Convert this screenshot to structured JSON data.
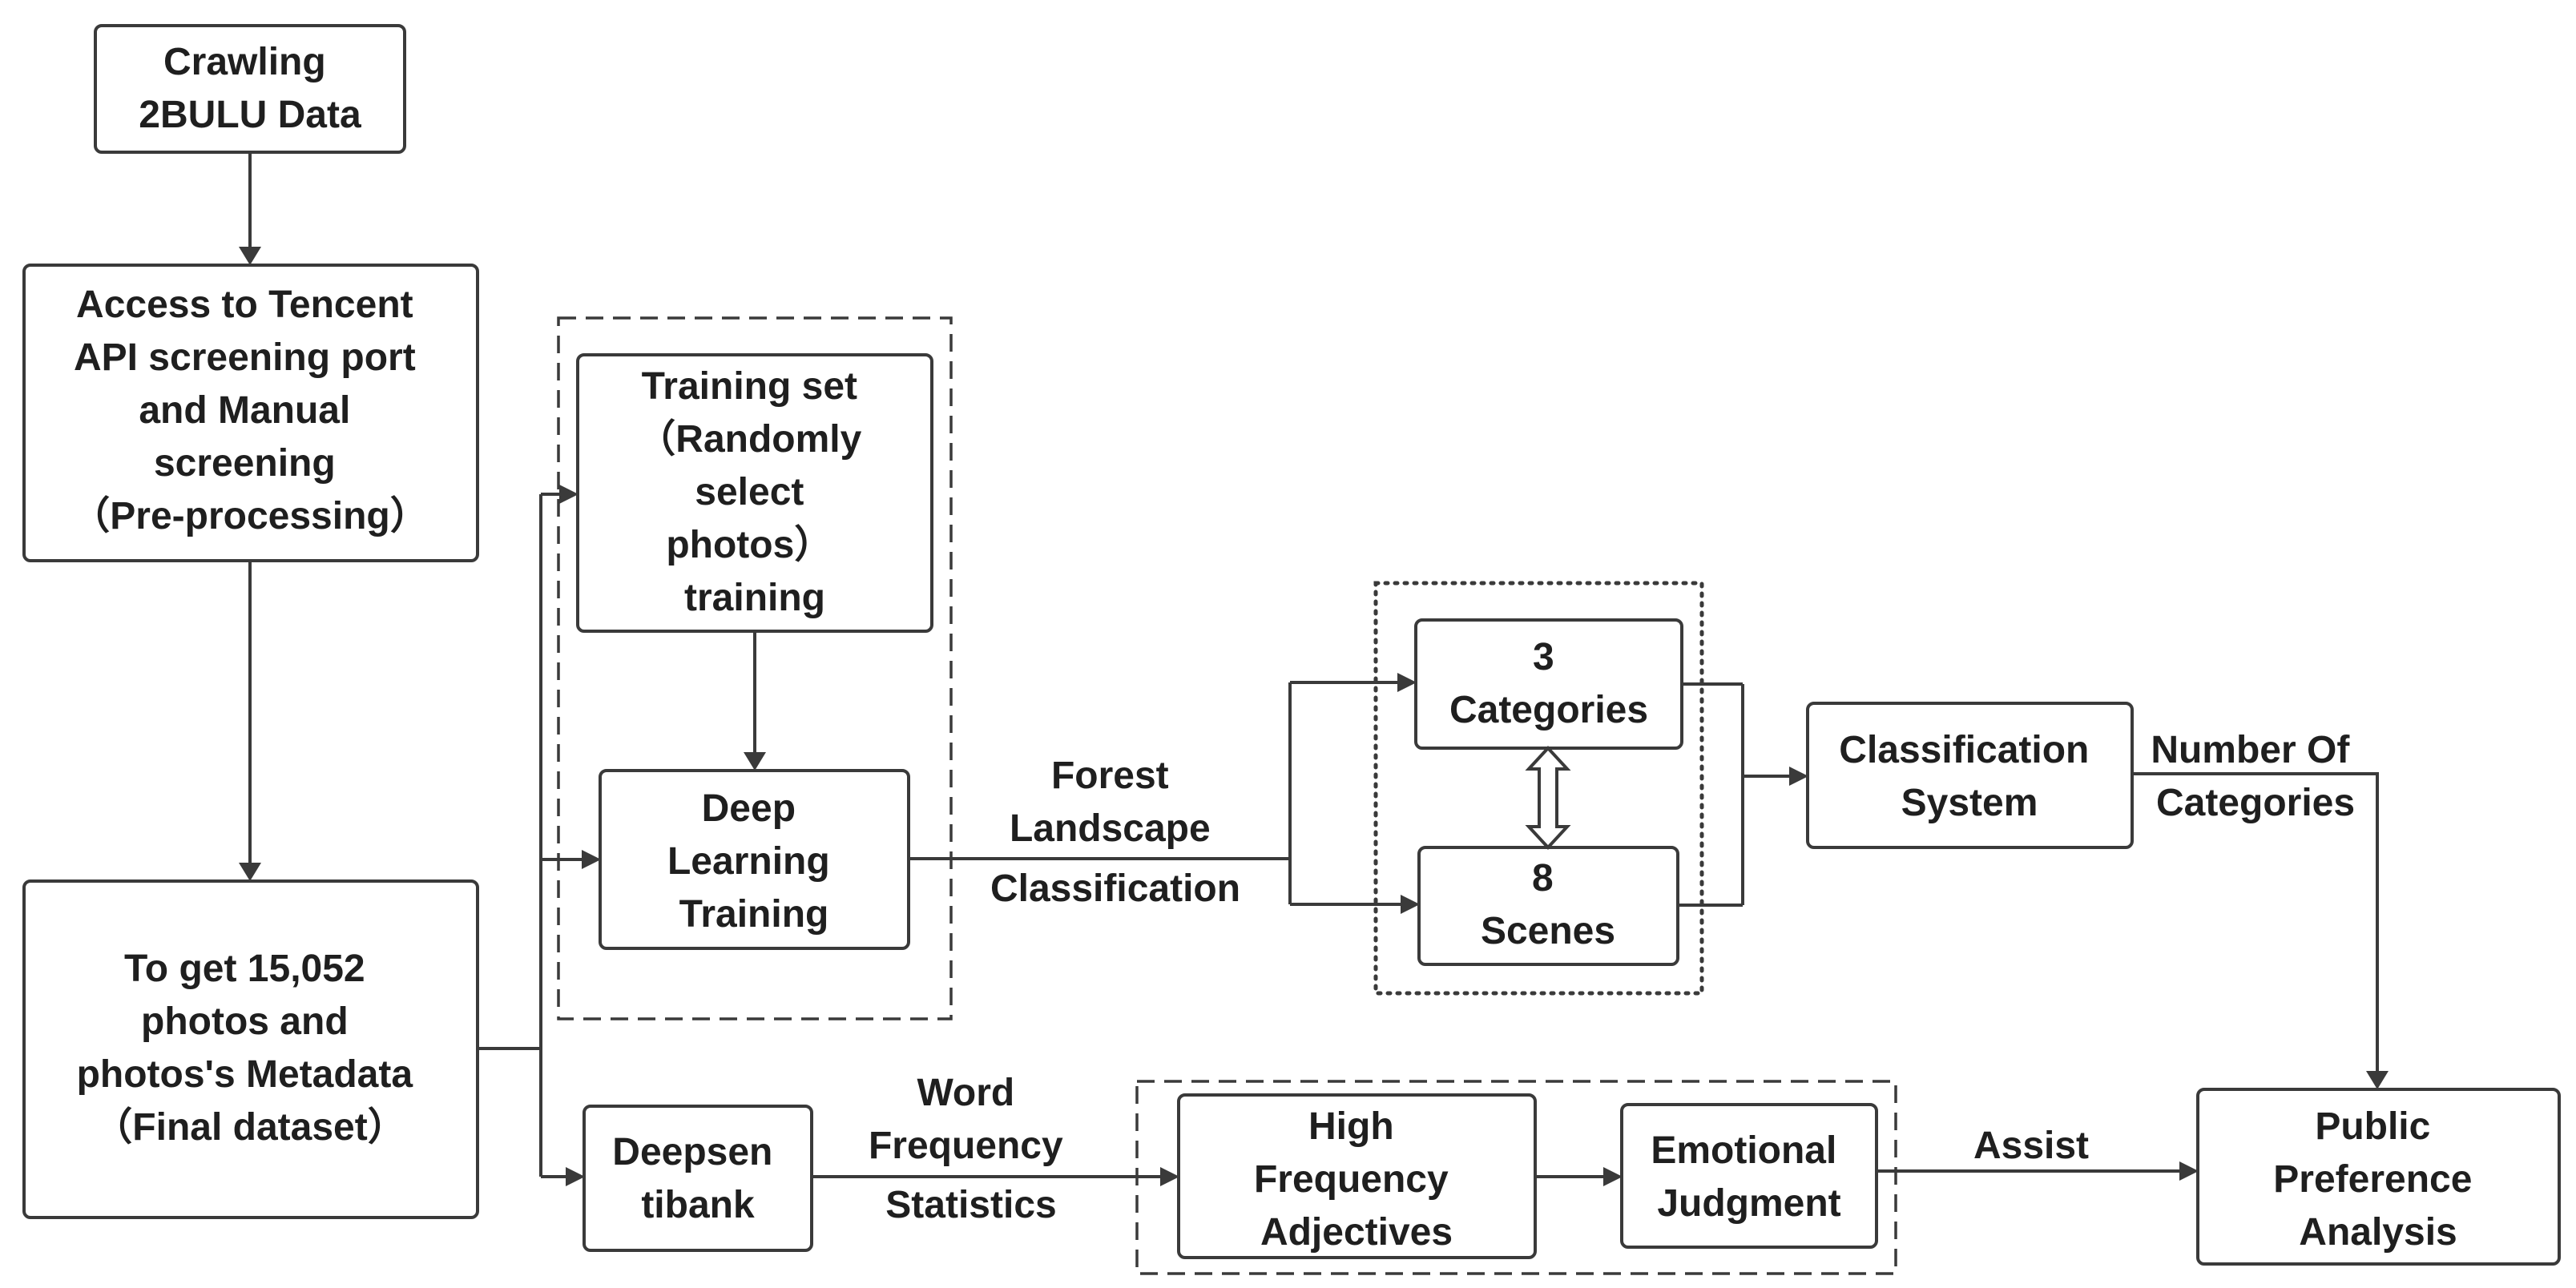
{
  "nodes": {
    "crawling": [
      "Crawling",
      "2BULU Data"
    ],
    "tencent": [
      "Access to Tencent",
      "API screening port",
      "and Manual",
      "screening",
      "（Pre-processing）"
    ],
    "dataset": [
      "To get 15,052",
      "photos and",
      "photos's Metadata",
      "（Final dataset）"
    ],
    "training_set": [
      "Training set",
      "（Randomly",
      "select",
      "photos）",
      "training"
    ],
    "deep_learning": [
      "Deep",
      "Learning",
      "Training"
    ],
    "deepsentibank": [
      "Deepsen",
      "tibank"
    ],
    "categories": [
      "3",
      "Categories"
    ],
    "scenes": [
      "8",
      "Scenes"
    ],
    "classification_system": [
      "Classification",
      "System"
    ],
    "high_freq": [
      "High",
      "Frequency",
      "Adjectives"
    ],
    "emotional": [
      "Emotional",
      "Judgment"
    ],
    "public_pref": [
      "Public",
      "Preference",
      "Analysis"
    ]
  },
  "edge_labels": {
    "forest": [
      "Forest",
      "Landscape",
      "Classification"
    ],
    "word_freq": [
      "Word",
      "Frequency",
      "Statistics"
    ],
    "number_of": [
      "Number Of",
      "Categories"
    ],
    "assist": [
      "Assist"
    ]
  }
}
